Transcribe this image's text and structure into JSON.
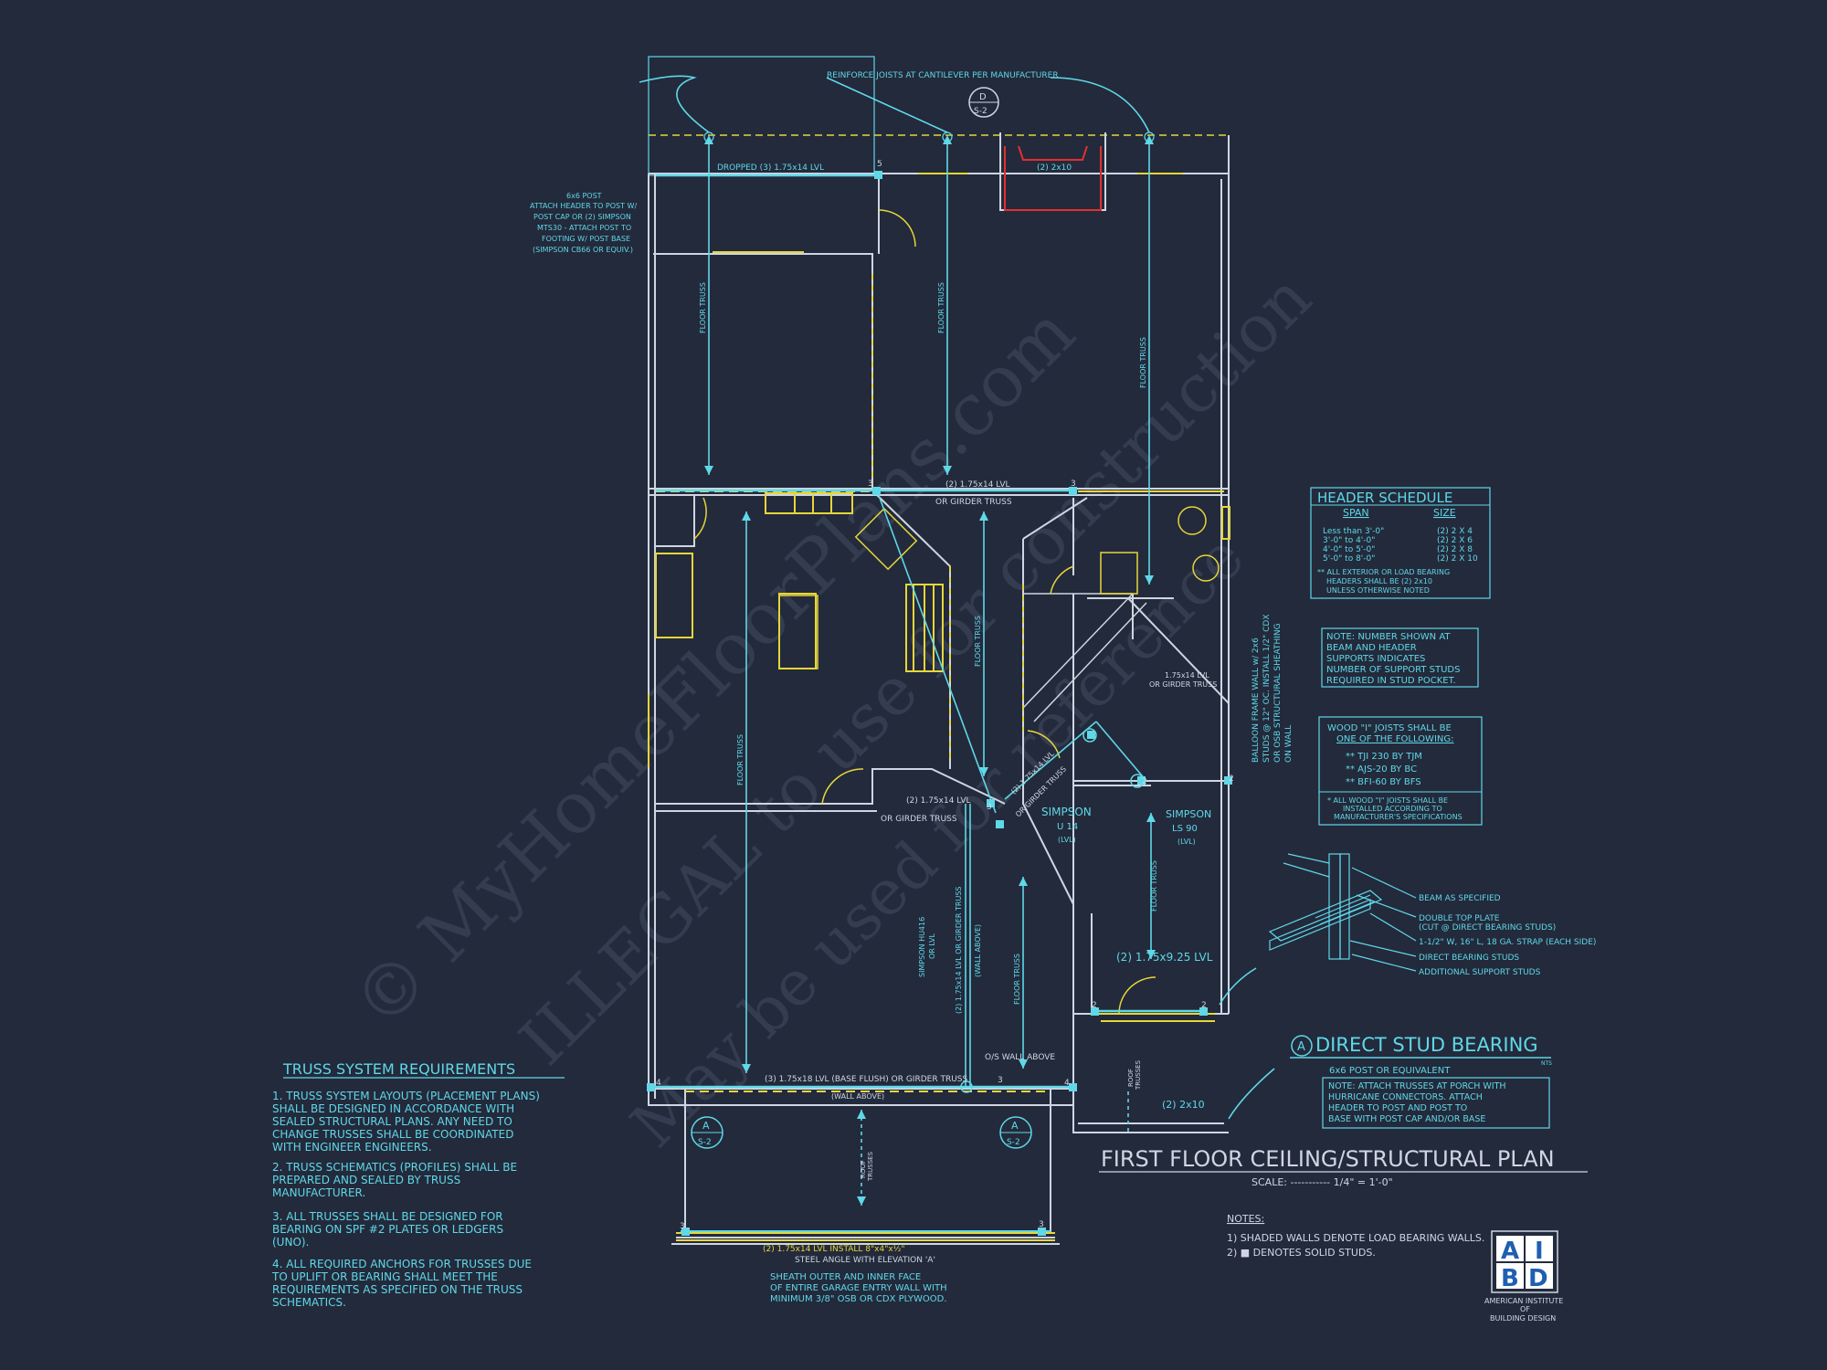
{
  "watermark": {
    "line1": "© MyHomeFloorPlans.com",
    "line2": "ILLEGAL to use for construction",
    "line3": "May be used for reference"
  },
  "plan_labels": {
    "reinforce": "REINFORCE JOISTS AT CANTILEVER PER MANUFACTURER",
    "section_top": "D",
    "section_bottom": "S-2",
    "dropped_lvl": "DROPPED (3) 1.75x14 LVL",
    "header_2x10_top": "(2) 2x10",
    "post_note": [
      "6x6 POST",
      "ATTACH HEADER TO POST W/",
      "POST CAP OR (2) SIMPSON",
      "MTS30 - ATTACH POST TO",
      "FOOTING W/ POST BASE",
      "(SIMPSON CB66 OR EQUIV.)"
    ],
    "floor_truss": "FLOOR TRUSS",
    "lvl_2_175x14": "(2) 1.75x14 LVL",
    "or_girder_truss": "OR GIRDER TRUSS",
    "lvl_stair": "1.75x14 LVL",
    "or_girder_truss_stair": "OR GIRDER TRUSS",
    "lvl_diag": "(2) 1.75x14 LVL",
    "or_girder_truss_diag": "OR GIRDER TRUSS",
    "lvl_center": "(2) 1.75x14 LVL",
    "or_girder_truss_center": "OR GIRDER TRUSS",
    "simpson_u14": [
      "SIMPSON",
      "U 14",
      "(LVL)"
    ],
    "simpson_ls90": [
      "SIMPSON",
      "LS 90",
      "(LVL)"
    ],
    "simpson_hu": [
      "SIMPSON HU416",
      "OR LVL"
    ],
    "lvl_vertical": "(2) 1.75x14 LVL OR GIRDER TRUSS",
    "wall_above_v": "(WALL ABOVE)",
    "lvl_925": "(2) 1.75x9.25 LVL",
    "os_wall_above": "O/S WALL ABOVE",
    "lvl_base_flush": "(3) 1.75x18 LVL (BASE FLUSH) OR GIRDER TRUSS",
    "wall_above": "(WALL ABOVE)",
    "roof_trusses": [
      "ROOF",
      "TRUSSES"
    ],
    "header_2x10_porch": "(2) 2x10",
    "balloon": [
      "BALLOON FRAME WALL w/ 2x6",
      "STUDS @ 12\" OC. INSTALL 1/2\" CDX",
      "OR OSB STRUCTURAL SHEATHING",
      "ON WALL"
    ],
    "garage_lvl": [
      "(2) 1.75x14 LVL INSTALL 8\"x4\"x½\"",
      "STEEL ANGLE WITH ELEVATION 'A'"
    ],
    "sheath": [
      "SHEATH OUTER AND INNER FACE",
      "OF ENTIRE GARAGE ENTRY WALL WITH",
      "MINIMUM 3/8\" OSB OR CDX PLYWOOD."
    ],
    "sect_a": "A",
    "sect_s2": "S-2"
  },
  "header_schedule": {
    "title": "HEADER SCHEDULE",
    "col_span": "SPAN",
    "col_size": "SIZE",
    "rows": [
      {
        "span": "Less than 3'-0\"",
        "size": "(2) 2 X 4"
      },
      {
        "span": "3'-0\" to 4'-0\"",
        "size": "(2) 2 X 6"
      },
      {
        "span": "4'-0\" to 5'-0\"",
        "size": "(2) 2 X 8"
      },
      {
        "span": "5'-0\" to 8'-0\"",
        "size": "(2) 2 X 10"
      }
    ],
    "note": [
      "** ALL EXTERIOR OR LOAD BEARING",
      "HEADERS SHALL BE (2) 2x10",
      "UNLESS OTHERWISE NOTED"
    ]
  },
  "note_box": [
    "NOTE: NUMBER SHOWN AT",
    "BEAM AND HEADER",
    "SUPPORTS INDICATES",
    "NUMBER OF SUPPORT STUDS",
    "REQUIRED IN STUD POCKET."
  ],
  "joist_box": {
    "title": [
      "WOOD \"I\" JOISTS SHALL BE",
      "ONE OF THE FOLLOWING:"
    ],
    "items": [
      "** TJI 230 BY TJM",
      "** AJS-20 BY BC",
      "** BFI-60 BY BFS"
    ],
    "note": [
      "* ALL WOOD \"I\" JOISTS SHALL BE",
      "INSTALLED ACCORDING TO",
      "MANUFACTURER'S SPECIFICATIONS"
    ]
  },
  "detail": {
    "labels": [
      "BEAM AS SPECIFIED",
      "DOUBLE TOP PLATE",
      "(CUT @ DIRECT BEARING STUDS)",
      "1-1/2\" W, 16\" L, 18 GA. STRAP (EACH SIDE)",
      "DIRECT BEARING STUDS",
      "ADDITIONAL SUPPORT STUDS"
    ],
    "tag": "A",
    "title": "DIRECT STUD BEARING",
    "nts": "NTS",
    "post": "6x6 POST OR EQUIVALENT",
    "note": [
      "NOTE: ATTACH TRUSSES AT PORCH WITH",
      "HURRICANE CONNECTORS. ATTACH",
      "HEADER TO POST AND POST TO",
      "BASE WITH POST CAP AND/OR BASE"
    ]
  },
  "title_block": {
    "title": "FIRST FLOOR CEILING/STRUCTURAL PLAN",
    "scale_label": "SCALE: ----------- 1/4\" = 1'-0\""
  },
  "notes": {
    "heading": "NOTES:",
    "items": [
      "1) SHADED WALLS DENOTE LOAD BEARING WALLS.",
      "2) ■ DENOTES SOLID STUDS."
    ]
  },
  "logo": {
    "letters": [
      "A",
      "I",
      "B",
      "D"
    ],
    "caption": [
      "AMERICAN INSTITUTE",
      "OF",
      "BUILDING DESIGN"
    ]
  },
  "truss_requirements": {
    "title": "TRUSS SYSTEM REQUIREMENTS",
    "items": [
      [
        "1. TRUSS SYSTEM LAYOUTS (PLACEMENT PLANS)",
        "SHALL BE DESIGNED IN ACCORDANCE WITH",
        "SEALED STRUCTURAL PLANS. ANY NEED TO",
        "CHANGE TRUSSES SHALL BE COORDINATED",
        "WITH ENGINEER ENGINEERS."
      ],
      [
        "2. TRUSS SCHEMATICS (PROFILES) SHALL BE",
        "PREPARED AND SEALED BY TRUSS",
        "MANUFACTURER."
      ],
      [
        "3. ALL TRUSSES SHALL BE DESIGNED FOR",
        "BEARING ON SPF #2 PLATES OR LEDGERS",
        "(UNO)."
      ],
      [
        "4. ALL REQUIRED ANCHORS FOR TRUSSES DUE",
        "TO UPLIFT OR BEARING SHALL MEET THE",
        "REQUIREMENTS AS SPECIFIED ON THE TRUSS",
        "SCHEMATICS."
      ]
    ]
  },
  "stud_numbers": [
    "5",
    "3",
    "3",
    "3",
    "2",
    "2",
    "3",
    "2",
    "2",
    "4",
    "4",
    "3",
    "3"
  ],
  "colors": {
    "background": "#232a3b",
    "cyan": "#5fd8e8",
    "yellow": "#e6d63a",
    "red": "#e23030",
    "wall": "#cfd6e2",
    "watermark": "#3a4357"
  }
}
